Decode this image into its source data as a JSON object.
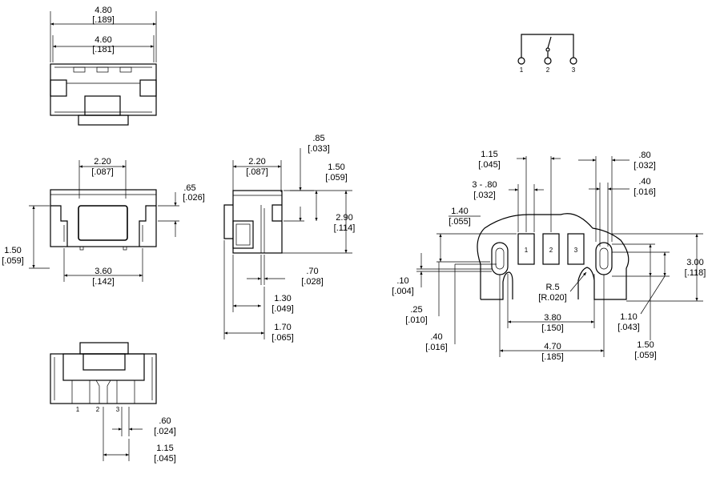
{
  "view_top": {
    "dim_outer": "4.80",
    "dim_outer_in": "[.189]",
    "dim_inner": "4.60",
    "dim_inner_in": "[.181]"
  },
  "schematic": {
    "pin1": "1",
    "pin2": "2",
    "pin3": "3"
  },
  "view_front": {
    "dim_window": "2.20",
    "dim_window_in": "[.087]",
    "dim_offset": ".65",
    "dim_offset_in": "[.026]",
    "dim_height": "1.50",
    "dim_height_in": "[.059]",
    "dim_width": "3.60",
    "dim_width_in": "[.142]"
  },
  "view_side": {
    "dim_top": "2.20",
    "dim_top_in": "[.087]",
    "dim_085": ".85",
    "dim_085_in": "[.033]",
    "dim_150": "1.50",
    "dim_150_in": "[.059]",
    "dim_290": "2.90",
    "dim_290_in": "[.114]",
    "dim_070": ".70",
    "dim_070_in": "[.028]",
    "dim_130": "1.30",
    "dim_130_in": "[.049]",
    "dim_170": "1.70",
    "dim_170_in": "[.065]"
  },
  "view_bottom": {
    "pin1": "1",
    "pin2": "2",
    "pin3": "3",
    "dim_060": ".60",
    "dim_060_in": "[.024]",
    "dim_115": "1.15",
    "dim_115_in": "[.045]"
  },
  "footprint": {
    "pad1": "1",
    "pad2": "2",
    "pad3": "3",
    "dim_115": "1.15",
    "dim_115_in": "[.045]",
    "dim_080x3": "3 - .80",
    "dim_080x3_in": "[.032]",
    "dim_080": ".80",
    "dim_080_in": "[.032]",
    "dim_040a": ".40",
    "dim_040a_in": "[.016]",
    "dim_140": "1.40",
    "dim_140_in": "[.055]",
    "dim_010": ".10",
    "dim_010_in": "[.004]",
    "dim_025": ".25",
    "dim_025_in": "[.010]",
    "dim_040b": ".40",
    "dim_040b_in": "[.016]",
    "dim_r05": "R.5",
    "dim_r05_in": "[R.020]",
    "dim_380": "3.80",
    "dim_380_in": "[.150]",
    "dim_470": "4.70",
    "dim_470_in": "[.185]",
    "dim_300": "3.00",
    "dim_300_in": "[.118]",
    "dim_110": "1.10",
    "dim_110_in": "[.043]",
    "dim_150": "1.50",
    "dim_150_in": "[.059]"
  }
}
